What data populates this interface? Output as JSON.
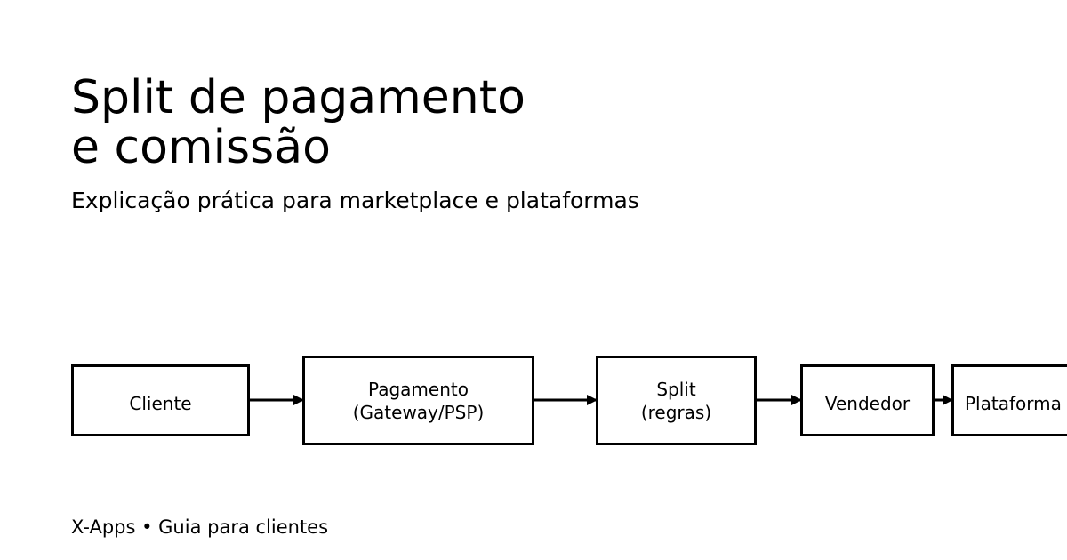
{
  "header": {
    "title_line1": "Split de pagamento",
    "title_line2": "e comissão",
    "subtitle": "Explicação prática para marketplace e plataformas"
  },
  "flow": {
    "nodes": [
      {
        "id": "cliente",
        "lines": [
          "Cliente"
        ]
      },
      {
        "id": "pagamento",
        "lines": [
          "Pagamento",
          "(Gateway/PSP)"
        ]
      },
      {
        "id": "split",
        "lines": [
          "Split",
          "(regras)"
        ]
      },
      {
        "id": "vendedor",
        "lines": [
          "Vendedor"
        ]
      },
      {
        "id": "plataforma",
        "lines": [
          "Plataforma"
        ]
      }
    ],
    "edges": [
      [
        "cliente",
        "pagamento"
      ],
      [
        "pagamento",
        "split"
      ],
      [
        "split",
        "vendedor"
      ],
      [
        "vendedor",
        "plataforma"
      ]
    ]
  },
  "footer": {
    "text": "X-Apps • Guia para clientes"
  }
}
